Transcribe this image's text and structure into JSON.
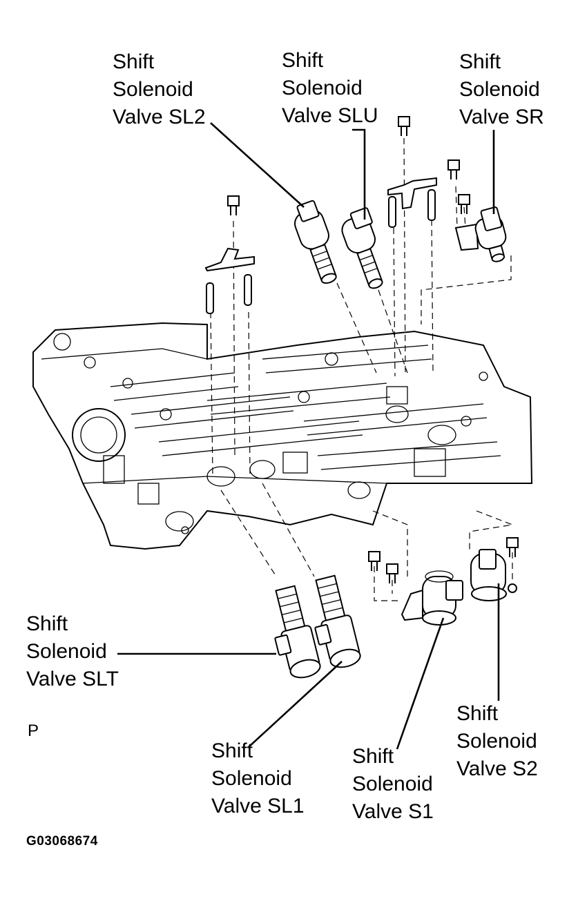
{
  "labels": {
    "sl2": [
      "Shift",
      "Solenoid",
      "Valve SL2"
    ],
    "slu": [
      "Shift",
      "Solenoid",
      "Valve SLU"
    ],
    "sr": [
      "Shift",
      "Solenoid",
      "Valve SR"
    ],
    "slt": [
      "Shift",
      "Solenoid",
      "Valve SLT"
    ],
    "sl1": [
      "Shift",
      "Solenoid",
      "Valve SL1"
    ],
    "s1": [
      "Shift",
      "Solenoid",
      "Valve S1"
    ],
    "s2": [
      "Shift",
      "Solenoid",
      "Valve S2"
    ]
  },
  "view_mark": "P",
  "figure_code": "G03068674"
}
